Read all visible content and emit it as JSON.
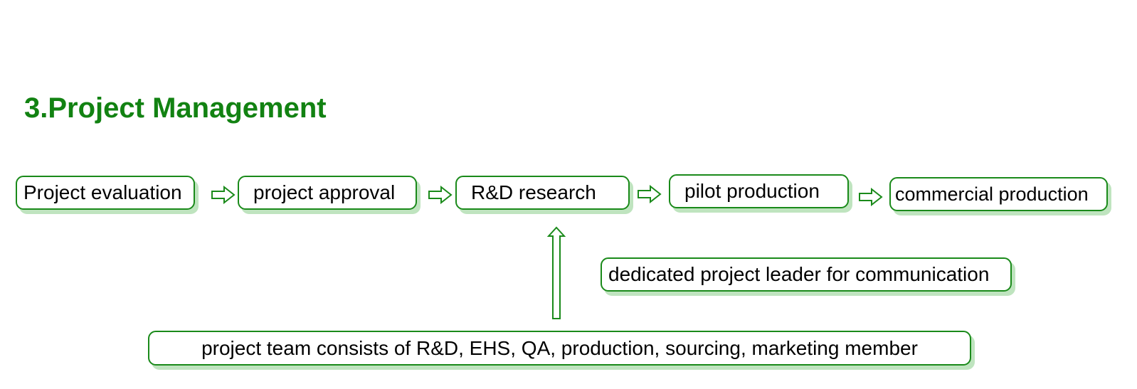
{
  "title": "3.Project Management",
  "steps": [
    {
      "label": "Project evaluation"
    },
    {
      "label": "project approval"
    },
    {
      "label": "R&D research"
    },
    {
      "label": "pilot production"
    },
    {
      "label": "commercial production"
    }
  ],
  "note": "dedicated project leader for communication",
  "team": "project team consists of R&D, EHS, QA, production, sourcing, marketing member",
  "colors": {
    "title": "#128212",
    "border": "#1a8a1a",
    "shadow": "#bfe4bf",
    "text": "#000000",
    "background": "#ffffff"
  },
  "icons": [
    "right-arrow-icon",
    "up-arrow-icon"
  ]
}
